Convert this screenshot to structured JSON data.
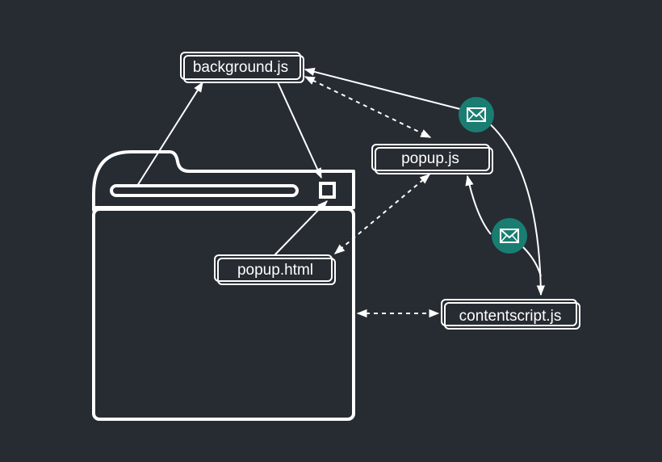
{
  "colors": {
    "background": "#272b32",
    "line": "#ffffff",
    "message_badge": "#1a7d72"
  },
  "nodes": {
    "background_js": "background.js",
    "popup_js": "popup.js",
    "popup_html": "popup.html",
    "contentscript_js": "contentscript.js"
  },
  "icons": {
    "message": "envelope-icon",
    "window": "browser-window",
    "extension_button": "extension-action-icon"
  }
}
